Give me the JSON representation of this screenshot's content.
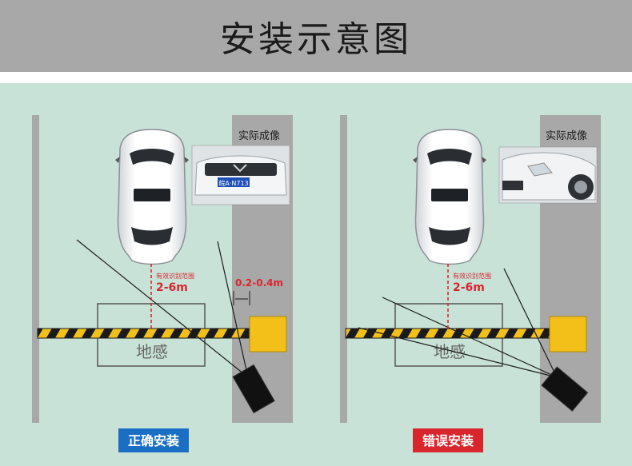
{
  "header": {
    "title": "安装示意图"
  },
  "left_panel": {
    "imaging_label": "实际成像",
    "plate_text": "皖A·N713",
    "range_label": "有效识别范围",
    "range_value": "2-6m",
    "offset_value": "0.2-0.4m",
    "loop_label": "地感",
    "caption": "正确安装",
    "caption_color": "#1a6fc4"
  },
  "right_panel": {
    "imaging_label": "实际成像",
    "range_label": "有效识别范围",
    "range_value": "2-6m",
    "loop_label": "地感",
    "caption": "错误安装",
    "caption_color": "#d9262c"
  },
  "colors": {
    "background": "#c8e2d8",
    "header": "#a8a8a8",
    "lane_stripe": "#a8a8a8",
    "barrier_yellow": "#f2c018",
    "range_red": "#d9262c"
  }
}
